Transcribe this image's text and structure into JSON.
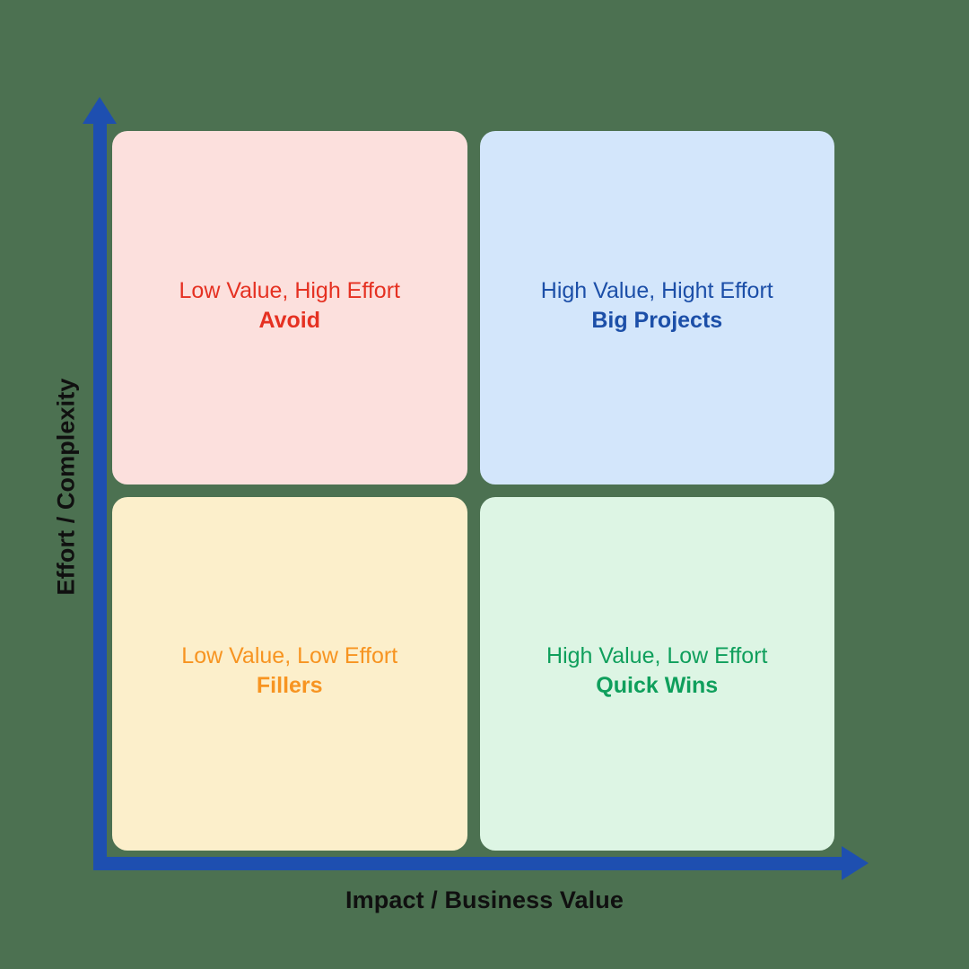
{
  "chart_data": {
    "type": "matrix",
    "title": "",
    "xlabel": "Impact / Business Value",
    "ylabel": "Effort / Complexity",
    "grid": false,
    "legend": "none",
    "quadrants": [
      {
        "id": "avoid",
        "position": "top-left",
        "description": "Low Value, High Effort",
        "label": "Avoid",
        "fill": "#FCE0DD",
        "text_color": "#E53122"
      },
      {
        "id": "big-projects",
        "position": "top-right",
        "description": "High Value, Hight Effort",
        "label": "Big Projects",
        "fill": "#D3E6FB",
        "text_color": "#1C4FA8"
      },
      {
        "id": "fillers",
        "position": "bottom-left",
        "description": "Low Value, Low Effort",
        "label": "Fillers",
        "fill": "#FCEFCB",
        "text_color": "#F79421"
      },
      {
        "id": "quick-wins",
        "position": "bottom-right",
        "description": "High Value, Low Effort",
        "label": "Quick Wins",
        "fill": "#DDF5E4",
        "text_color": "#0F9F5C"
      }
    ]
  },
  "axes": {
    "x_title": "Impact / Business Value",
    "y_title": "Effort / Complexity",
    "line_color": "#1E4FB0",
    "title_color": "#101010",
    "x_arrow_icon": "arrow-right-icon",
    "y_arrow_icon": "arrow-up-icon"
  },
  "canvas": {
    "background": "#4C7151"
  }
}
